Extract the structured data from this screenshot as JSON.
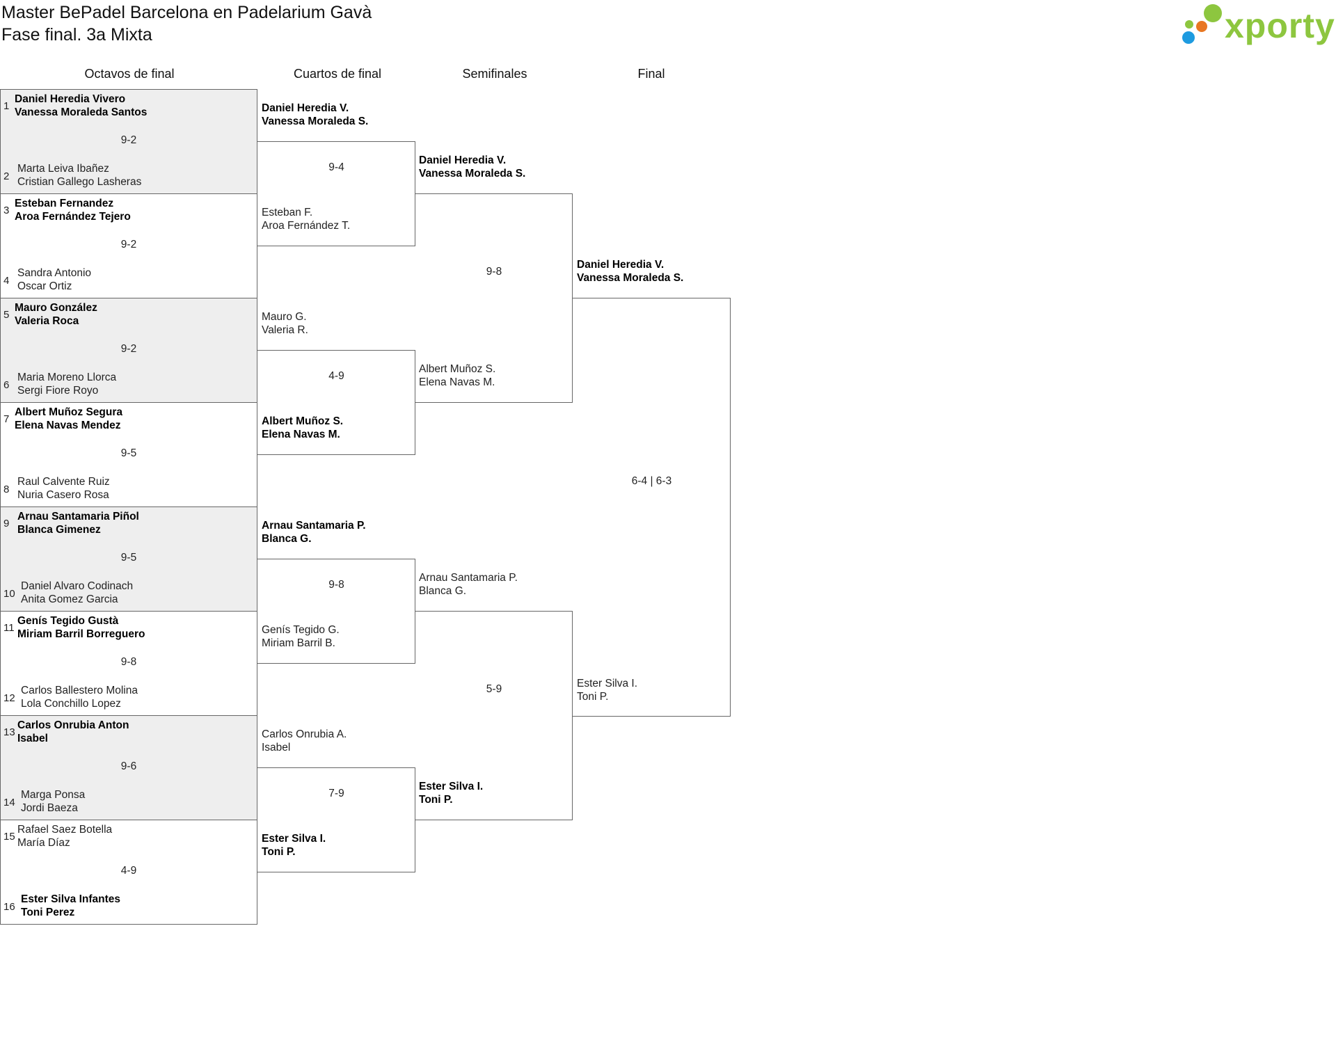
{
  "header": {
    "title_line1": "Master BePadel Barcelona en Padelarium Gavà",
    "title_line2": "Fase final. 3a Mixta",
    "logo_text": "xporty",
    "logo_dot_colors": [
      "#8dc63f",
      "#e87722",
      "#1e9be0",
      "#8dc63f"
    ]
  },
  "rounds": [
    "Octavos de final",
    "Cuartos de final",
    "Semifinales",
    "Final"
  ],
  "colors": {
    "border": "#666666",
    "shade": "#eeeeee",
    "logo_green": "#8dc63f"
  },
  "octavos": [
    {
      "seed_a": "1",
      "a1": "Daniel Heredia Vivero",
      "a2": "Vanessa Moraleda Santos",
      "score": "9-2",
      "seed_b": "2",
      "b1": "Marta Leiva Ibañez",
      "b2": "Cristian Gallego Lasheras"
    },
    {
      "seed_a": "3",
      "a1": "Esteban Fernandez",
      "a2": "Aroa Fernández Tejero",
      "score": "9-2",
      "seed_b": "4",
      "b1": "Sandra Antonio",
      "b2": "Oscar Ortiz"
    },
    {
      "seed_a": "5",
      "a1": "Mauro González",
      "a2": "Valeria Roca",
      "score": "9-2",
      "seed_b": "6",
      "b1": "Maria Moreno Llorca",
      "b2": "Sergi Fiore Royo"
    },
    {
      "seed_a": "7",
      "a1": "Albert Muñoz Segura",
      "a2": "Elena Navas Mendez",
      "score": "9-5",
      "seed_b": "8",
      "b1": "Raul Calvente Ruiz",
      "b2": "Nuria Casero Rosa"
    },
    {
      "seed_a": "9",
      "a1": "Arnau Santamaria Piñol",
      "a2": "Blanca Gimenez",
      "score": "9-5",
      "seed_b": "10",
      "b1": "Daniel Alvaro Codinach",
      "b2": "Anita Gomez Garcia"
    },
    {
      "seed_a": "11",
      "a1": "Genís Tegido Gustà",
      "a2": "Miriam Barril Borreguero",
      "score": "9-8",
      "seed_b": "12",
      "b1": "Carlos Ballestero Molina",
      "b2": "Lola Conchillo Lopez"
    },
    {
      "seed_a": "13",
      "a1": "Carlos Onrubia Anton",
      "a2": "Isabel",
      "score": "9-6",
      "seed_b": "14",
      "b1": "Marga Ponsa",
      "b2": "Jordi Baeza"
    },
    {
      "seed_a": "15",
      "a1": "Rafael Saez Botella",
      "a2": "María Díaz",
      "score": "4-9",
      "seed_b": "16",
      "b1": "Ester Silva Infantes",
      "b2": "Toni Perez"
    }
  ],
  "cuartos": [
    {
      "a1": "Daniel Heredia V.",
      "a2": "Vanessa Moraleda S.",
      "score": "9-4",
      "b1": "Esteban F.",
      "b2": "Aroa Fernández T."
    },
    {
      "a1": "Mauro G.",
      "a2": "Valeria R.",
      "score": "4-9",
      "b1": "Albert Muñoz S.",
      "b2": "Elena Navas M."
    },
    {
      "a1": "Arnau Santamaria P.",
      "a2": "Blanca G.",
      "score": "9-8",
      "b1": "Genís Tegido G.",
      "b2": "Miriam Barril B."
    },
    {
      "a1": "Carlos Onrubia A.",
      "a2": "Isabel",
      "score": "7-9",
      "b1": "Ester Silva I.",
      "b2": "Toni P."
    }
  ],
  "semis": [
    {
      "a1": "Daniel Heredia V.",
      "a2": "Vanessa Moraleda S.",
      "score": "9-8",
      "b1": "Albert Muñoz S.",
      "b2": "Elena Navas M."
    },
    {
      "a1": "Arnau Santamaria P.",
      "a2": "Blanca G.",
      "score": "5-9",
      "b1": "Ester Silva I.",
      "b2": "Toni P."
    }
  ],
  "final": {
    "a1": "Daniel Heredia V.",
    "a2": "Vanessa Moraleda S.",
    "score": "6-4 | 6-3",
    "b1": "Ester Silva I.",
    "b2": "Toni P."
  }
}
